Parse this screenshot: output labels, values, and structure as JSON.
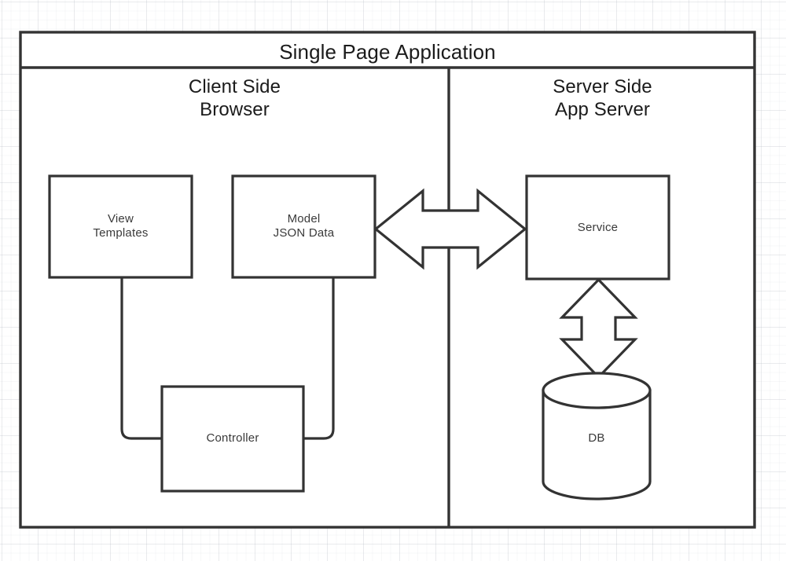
{
  "diagram": {
    "title": "Single Page Application",
    "zones": [
      {
        "id": "client",
        "label": "Client Side\nBrowser"
      },
      {
        "id": "server",
        "label": "Server Side\nApp Server"
      }
    ],
    "nodes": [
      {
        "id": "view",
        "label": "View\nTemplates",
        "shape": "rectangle"
      },
      {
        "id": "model",
        "label": "Model\nJSON Data",
        "shape": "rectangle"
      },
      {
        "id": "controller",
        "label": "Controller",
        "shape": "rectangle"
      },
      {
        "id": "service",
        "label": "Service",
        "shape": "rectangle"
      },
      {
        "id": "db",
        "label": "DB",
        "shape": "cylinder"
      }
    ],
    "connectors": [
      {
        "id": "model-service",
        "from": "model",
        "to": "service",
        "style": "block-arrow",
        "direction": "bidirectional",
        "orientation": "horizontal"
      },
      {
        "id": "service-db",
        "from": "service",
        "to": "db",
        "style": "block-arrow",
        "direction": "bidirectional",
        "orientation": "vertical"
      },
      {
        "id": "view-controller",
        "from": "view",
        "to": "controller",
        "style": "elbow-line",
        "direction": "none"
      },
      {
        "id": "model-controller",
        "from": "model",
        "to": "controller",
        "style": "elbow-line",
        "direction": "none"
      }
    ],
    "colors": {
      "stroke": "#333333",
      "fill": "#ffffff",
      "text": "#1b1b1b",
      "grid": "#b4b9c3",
      "background": "#ffffff"
    }
  }
}
